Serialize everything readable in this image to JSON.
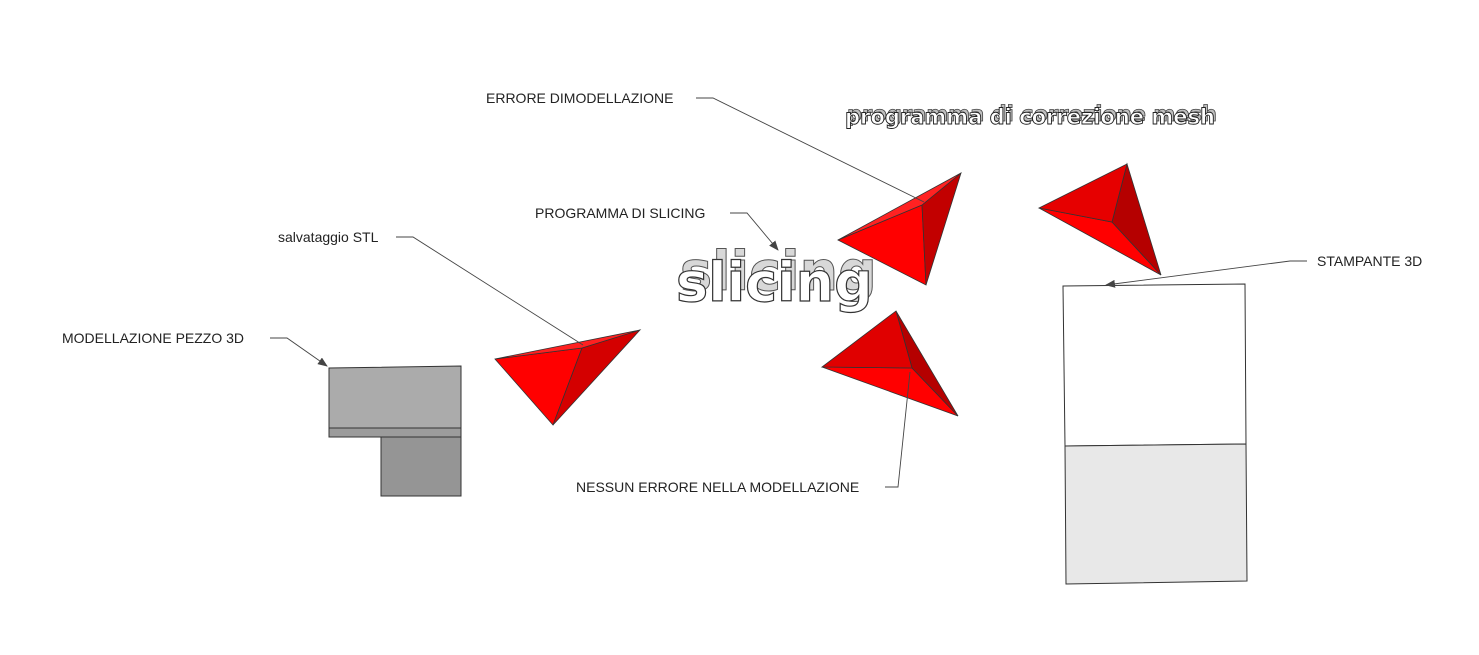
{
  "labels": {
    "modellazione": "MODELLAZIONE PEZZO 3D",
    "salvataggio": "salvataggio STL",
    "slicing_program": "PROGRAMMA DI SLICING",
    "errore": "ERRORE DIMODELLAZIONE",
    "nessun_errore": "NESSUN ERRORE NELLA MODELLAZIONE",
    "stampante": "STAMPANTE 3D"
  },
  "titles": {
    "slicing": "slicing",
    "mesh_program": "programma di correzione mesh"
  },
  "colors": {
    "arrow_red": "#ff0000",
    "arrow_dark": "#b50000",
    "part_light": "#ababab",
    "part_dark": "#959595",
    "printer_bottom": "#e8e8e8"
  }
}
